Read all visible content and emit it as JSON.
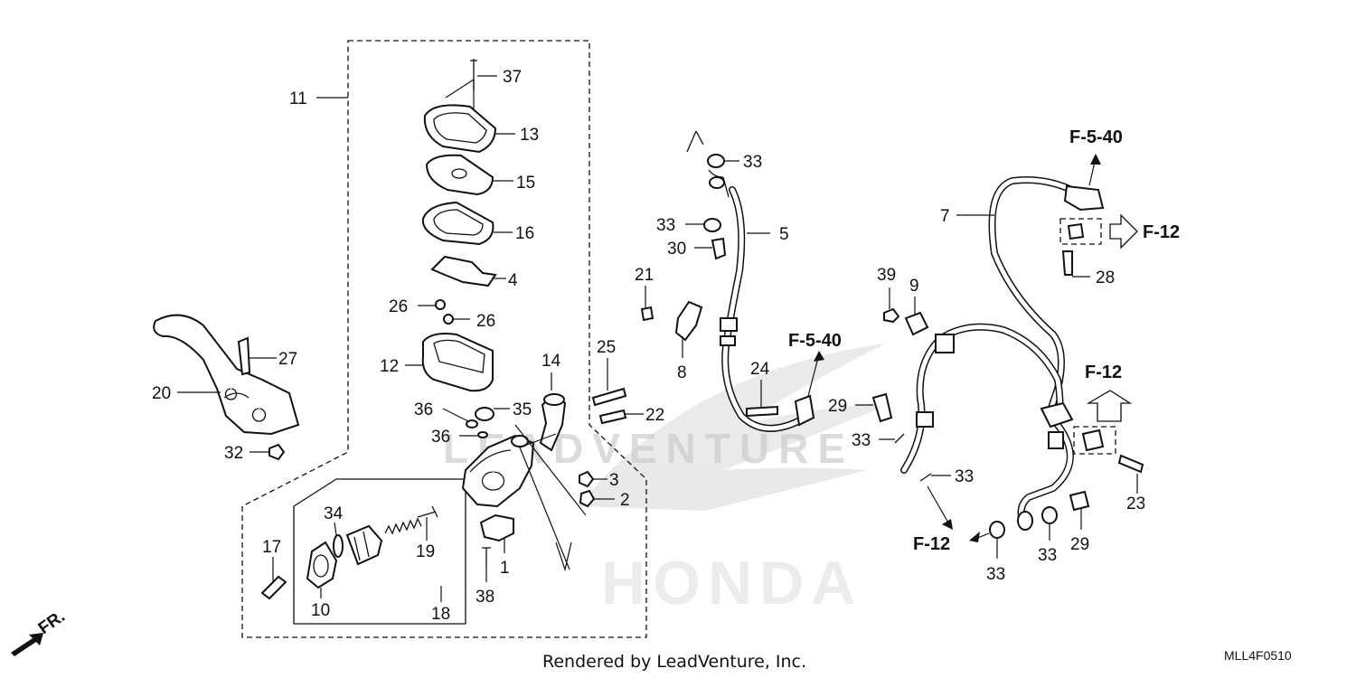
{
  "diagram": {
    "watermark": {
      "brand": "HONDA",
      "dealer": "LEADVENTURE"
    },
    "footer": {
      "credit": "Rendered by LeadVenture, Inc.",
      "code": "MLL4F0510"
    },
    "direction": "FR.",
    "refs": {
      "f540_top": "F-5-40",
      "f12_right": "F-12",
      "f540_mid": "F-5-40",
      "f12_mid": "F-12",
      "f12_bottom": "F-12"
    },
    "callouts": {
      "c1": "1",
      "c2": "2",
      "c3": "3",
      "c4": "4",
      "c5": "5",
      "c7": "7",
      "c8": "8",
      "c9": "9",
      "c10": "10",
      "c11": "11",
      "c12": "12",
      "c13": "13",
      "c14": "14",
      "c15": "15",
      "c16": "16",
      "c17": "17",
      "c18": "18",
      "c19": "19",
      "c20": "20",
      "c21": "21",
      "c22": "22",
      "c23": "23",
      "c24": "24",
      "c25": "25",
      "c26a": "26",
      "c26b": "26",
      "c27": "27",
      "c28": "28",
      "c29a": "29",
      "c29b": "29",
      "c30": "30",
      "c32": "32",
      "c33a": "33",
      "c33b": "33",
      "c33c": "33",
      "c33d": "33",
      "c33e": "33",
      "c33f": "33",
      "c34": "34",
      "c35": "35",
      "c36a": "36",
      "c36b": "36",
      "c37": "37",
      "c38": "38",
      "c39": "39"
    }
  }
}
